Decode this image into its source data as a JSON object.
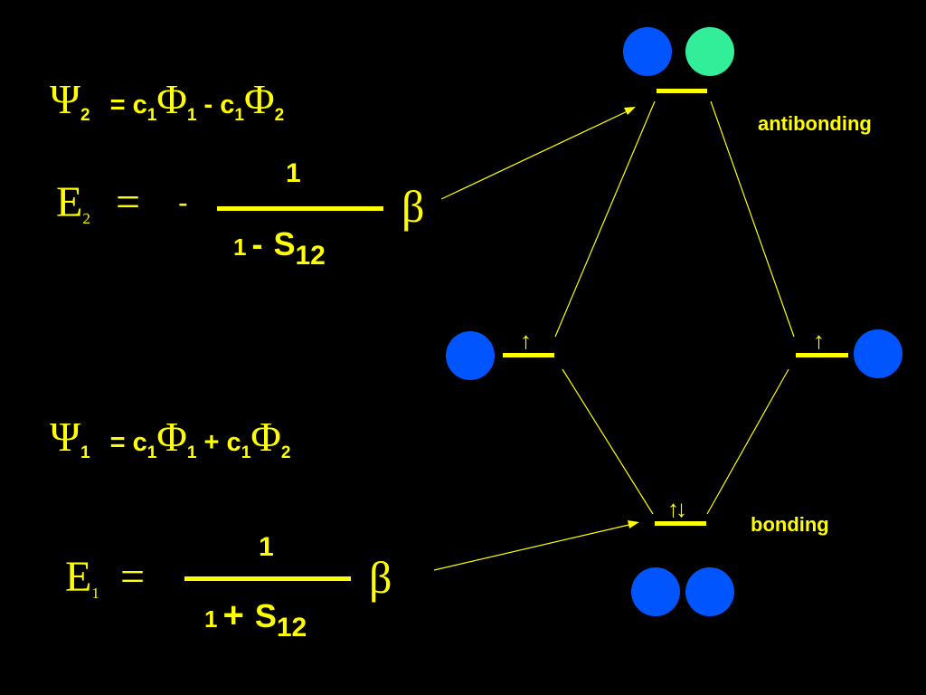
{
  "colors": {
    "text": "#FFFF00",
    "lines": "#FFFF00",
    "orbital_blue": "#0055FF",
    "orbital_green": "#33EE99",
    "background": "#000000"
  },
  "psi2": {
    "psi": "Ψ",
    "psi_sub": "2",
    "eq": "= c",
    "c1_sub": "1",
    "phi1": "Φ",
    "phi1_sub": "1",
    "op": " - c",
    "c2_sub": "1",
    "phi2": "Φ",
    "phi2_sub": "2"
  },
  "e2": {
    "E": "E",
    "E_sub": "2",
    "equals": "=",
    "minus": "-",
    "numerator": "1",
    "den_one": "1",
    "den_op": "-",
    "den_S": "S",
    "den_sub": "12",
    "beta": "β"
  },
  "psi1": {
    "psi": "Ψ",
    "psi_sub": "1",
    "eq": "= c",
    "c1_sub": "1",
    "phi1": "Φ",
    "phi1_sub": "1",
    "op": " + c",
    "c2_sub": "1",
    "phi2": "Φ",
    "phi2_sub": "2"
  },
  "e1": {
    "E": "E",
    "E_sub": "1",
    "equals": "=",
    "numerator": "1",
    "den_one": "1",
    "den_op": "+",
    "den_S": "S",
    "den_sub": "12",
    "beta": "β"
  },
  "labels": {
    "antibonding": "antibonding",
    "bonding": "bonding"
  },
  "electrons": {
    "left": "↑",
    "right": "↑",
    "bonding": "↑↓"
  }
}
